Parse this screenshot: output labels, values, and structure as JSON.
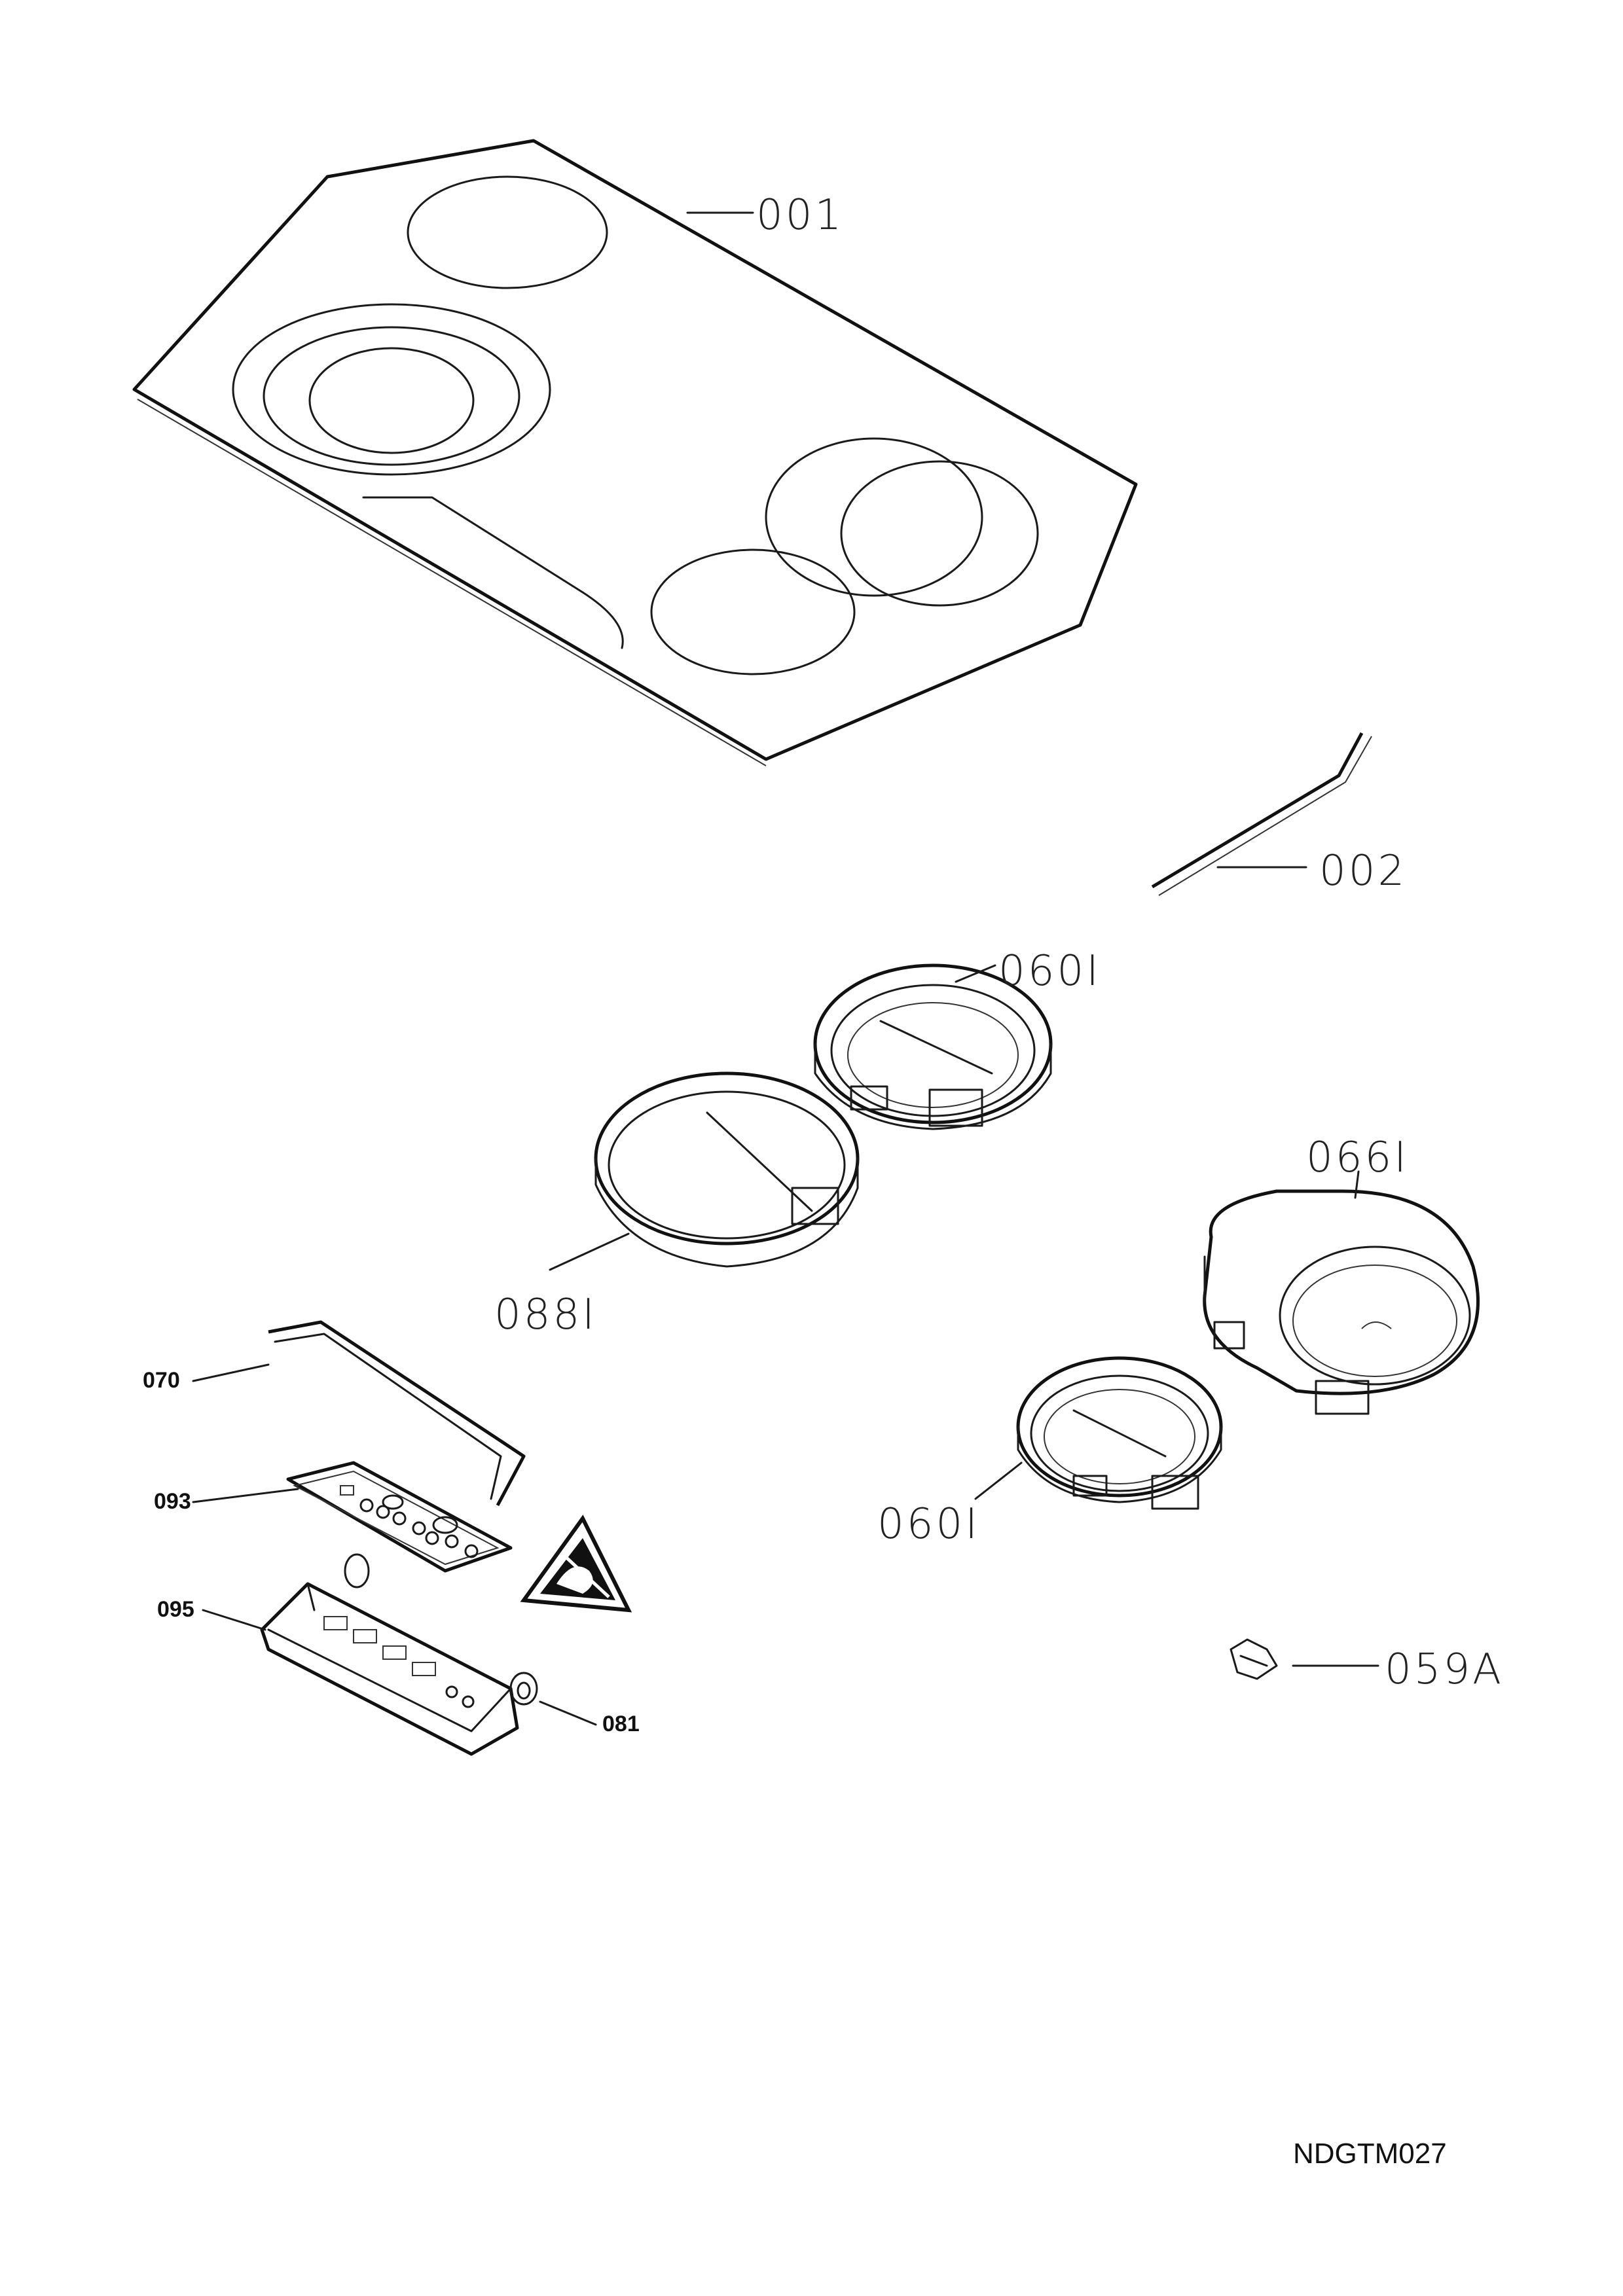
{
  "diagram": {
    "drawing_code": "NDGTM027",
    "parts": [
      {
        "id": "001"
      },
      {
        "id": "002"
      },
      {
        "id": "060I"
      },
      {
        "id": "088I"
      },
      {
        "id": "066I"
      },
      {
        "id": "060I"
      },
      {
        "id": "059A"
      },
      {
        "id": "070"
      },
      {
        "id": "093"
      },
      {
        "id": "095"
      },
      {
        "id": "081"
      }
    ]
  }
}
